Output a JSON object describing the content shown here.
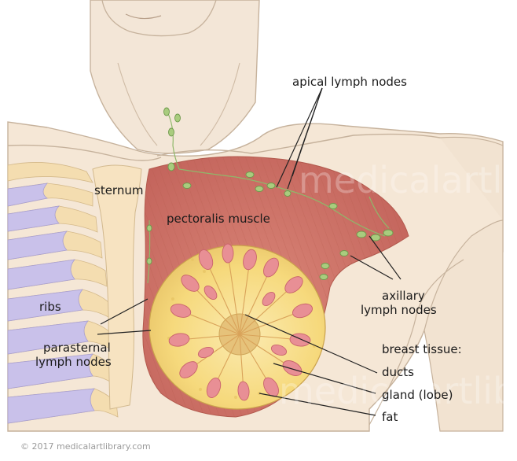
{
  "labels": {
    "apical": "apical lymph nodes",
    "sternum": "sternum",
    "pectoralis": "pectoralis muscle",
    "ribs": "ribs",
    "axillary_1": "axillary",
    "axillary_2": "lymph nodes",
    "parasternal_1": "parasternal",
    "parasternal_2": "lymph nodes",
    "breast_tissue": "breast tissue:",
    "ducts": "ducts",
    "gland": "gland (lobe)",
    "fat": "fat"
  },
  "copyright": "© 2017 medicalartlibrary.com",
  "watermark": "medicalartlibrary",
  "colors": {
    "skin": "#f6ead9",
    "skin_outline": "#b9a48f",
    "muscle": "#c86a5e",
    "breast_fat": "#f6dc86",
    "lobe": "#e88f95",
    "rib_cartilage": "#f4ddb0",
    "rib_bone": "#c9c1ea",
    "lymph_node": "#8fb86a"
  }
}
